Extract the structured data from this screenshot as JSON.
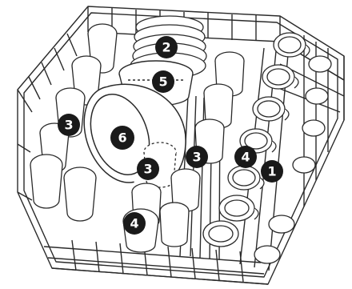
{
  "diagram": {
    "subject": "dishwasher upper basket loading diagram",
    "line_color": "#2a2a2a",
    "callout_fill": "#1a1a1a",
    "callout_text_color": "#ffffff"
  },
  "callouts": [
    {
      "id": "c1",
      "label": "1",
      "refers_to": "cups-row"
    },
    {
      "id": "c2",
      "label": "2",
      "refers_to": "saucers"
    },
    {
      "id": "c3a",
      "label": "3",
      "refers_to": "glasses-left"
    },
    {
      "id": "c3b",
      "label": "3",
      "refers_to": "glass-center"
    },
    {
      "id": "c3c",
      "label": "3",
      "refers_to": "glass-right"
    },
    {
      "id": "c4a",
      "label": "4",
      "refers_to": "cup-right"
    },
    {
      "id": "c4b",
      "label": "4",
      "refers_to": "cup-front"
    },
    {
      "id": "c5",
      "label": "5",
      "refers_to": "small-bowl"
    },
    {
      "id": "c6",
      "label": "6",
      "refers_to": "large-bowl"
    }
  ]
}
